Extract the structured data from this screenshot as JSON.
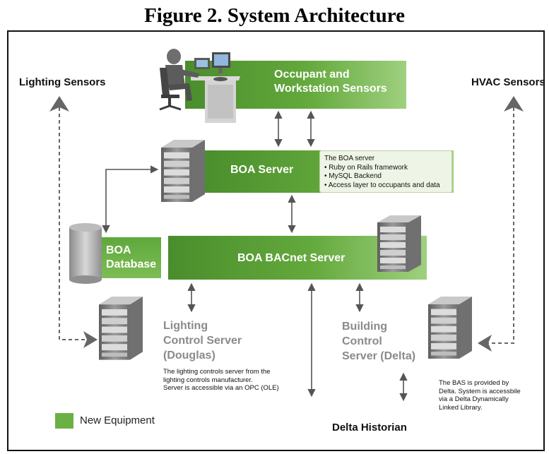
{
  "figure": {
    "title": "Figure 2. System Architecture"
  },
  "sensors": {
    "lighting": "Lighting Sensors",
    "hvac": "HVAC Sensors"
  },
  "occupant_bar": {
    "line1": "Occupant and",
    "line2": "Workstation Sensors"
  },
  "boa_server": {
    "label": "BOA Server",
    "note_title": "The BOA server",
    "bullets": [
      "• Ruby on Rails framework",
      "• MySQL Backend",
      "• Access layer to occupants and data"
    ]
  },
  "boa_database": {
    "line1": "BOA",
    "line2": "Database"
  },
  "bacnet": {
    "label": "BOA BACnet Server"
  },
  "lighting_server": {
    "line1": "Lighting",
    "line2": "Control Server",
    "line3": "(Douglas)",
    "note": [
      "The lighting controls server from the",
      "lighting controls manufacturer.",
      "Server is accessible via an OPC (OLE)"
    ]
  },
  "building_server": {
    "line1": "Building",
    "line2": "Control",
    "line3": "Server (Delta)",
    "note": [
      "The BAS is provided by",
      "Delta.  System is accessbile",
      "via a Delta Dynamically",
      "Linked Library."
    ]
  },
  "historian": {
    "label": "Delta Historian"
  },
  "legend": {
    "label": "New Equipment",
    "color": "#5fa03a"
  },
  "colors": {
    "green_dark": "#4f9130",
    "green_light": "#8cc76a",
    "arrow": "#555555"
  }
}
